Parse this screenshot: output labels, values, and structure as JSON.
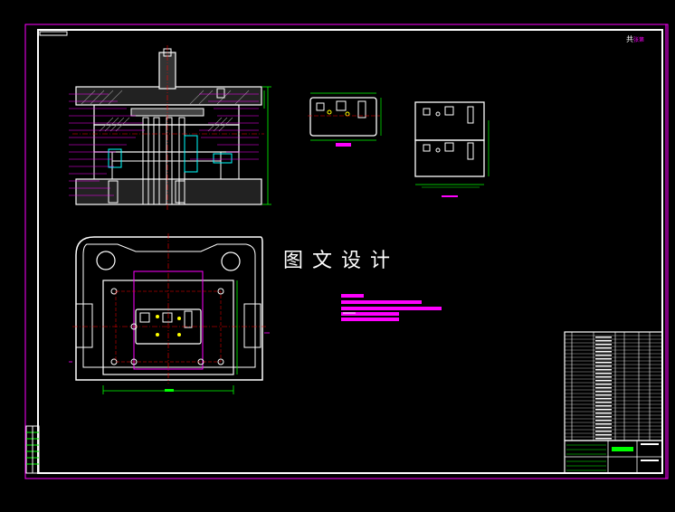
{
  "drawing": {
    "center_label": "图文设计",
    "sheet_note": "共",
    "sheet_note_extra": "张第",
    "colors": {
      "background": "#000000",
      "line": "#ffffff",
      "dimension": "#ff00ff",
      "centerline": "#ff0000",
      "hidden": "#00ffff",
      "accent": "#ffff00",
      "title_green": "#00ff00"
    }
  }
}
